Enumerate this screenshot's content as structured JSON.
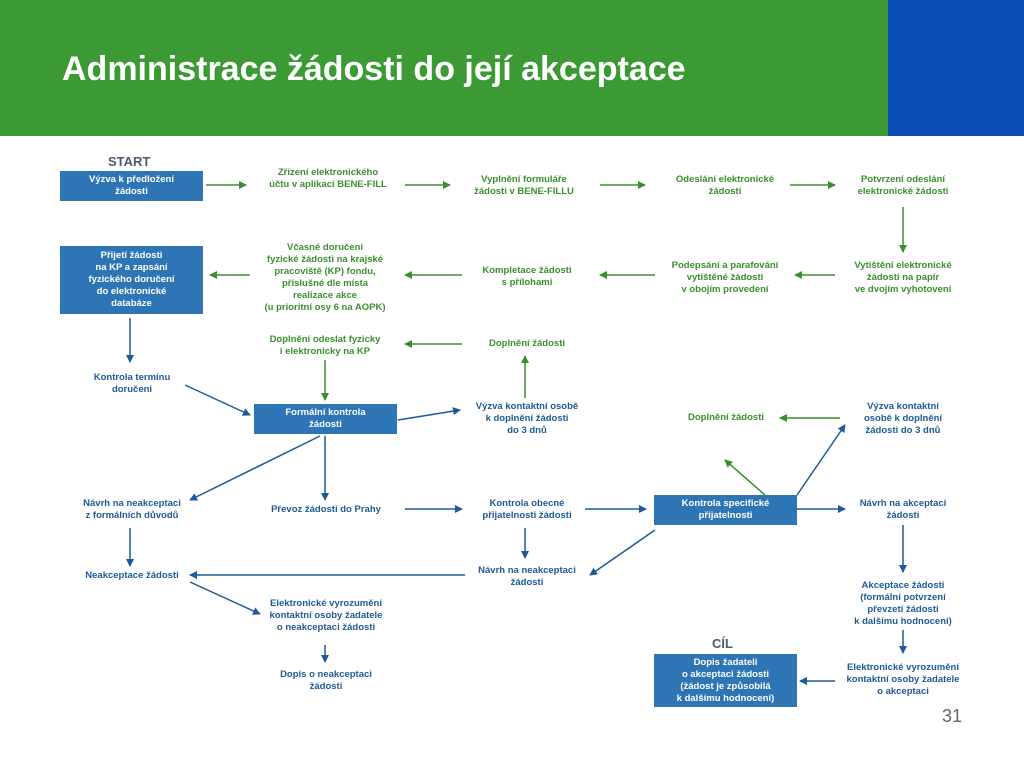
{
  "slide": {
    "title": "Administrace žádosti do její akceptace",
    "page_number": "31"
  },
  "diagram": {
    "start_label": "START",
    "goal_label": "CÍL",
    "nodes": {
      "vyzva": "Výzva k předložení\nžádosti",
      "zrizeni": "Zřízení elektronického\núčtu v aplikaci BENE-FILL",
      "vyplneni": "Vyplnění formuláře\nžádosti v BENE-FILLU",
      "odeslani": "Odeslání elektronické\nžádosti",
      "potvrzeni": "Potvrzení odeslání\nelektronické žádosti",
      "vytisteni": "Vytištění elektronické\nžádosti na papír\nve dvojím vyhotovení",
      "podepsani": "Podepsání a parafování\nvytištěné žádosti\nv obojím provedení",
      "kompletace": "Kompletace žádosti\ns přílohami",
      "vcasne": "Včasné doručení\nfyzické žádosti na krajské\npracoviště (KP) fondu,\npříslušné dle místa\nrealizace akce\n(u prioritní osy 6 na AOPK)",
      "prijeti": "Přijetí žádosti\nna KP a zapsání\nfyzického doručení\ndo elektronické\ndatabáze",
      "kontrola_terminu": "Kontrola termínu\ndoručení",
      "doplneni_odeslat": "Doplnění odeslat fyzicky\ni elektronicky na KP",
      "doplneni_1": "Doplnění žádosti",
      "formalni": "Formální kontrola\nžádosti",
      "vyzva_kontakt_1": "Výzva kontaktní osobě\nk doplnění žádosti\ndo 3 dnů",
      "navrh_neakc_formal": "Návrh na neakceptaci\nz formálních důvodů",
      "prevoz": "Převoz žádosti do Prahy",
      "kontrola_obecne": "Kontrola obecné\npřijatelnosti žádosti",
      "specificke": "Kontrola specifické\npřijatelnosti",
      "doplneni_2": "Doplnění žádosti",
      "vyzva_kontakt_2": "Výzva kontaktní\nosobě k doplnění\nžádosti do 3 dnů",
      "navrh_akceptaci": "Návrh na akceptaci\nžádosti",
      "neakceptace": "Neakceptace žádosti",
      "navrh_neakc_2": "Návrh na neakceptaci\nžádosti",
      "vyrozumeni_neakc": "Elektronické vyrozumění\nkontaktní osoby žadatele\no neakceptaci žádosti",
      "dopis_neakc": "Dopis o neakceptaci\nžádosti",
      "akceptace": "Akceptace žádosti\n(formální potvrzení\npřevzetí žádosti\nk dalšímu hodnocení)",
      "vyrozumeni_akc": "Elektronické vyrozumění\nkontaktní osoby žadatele\no akceptaci",
      "dopis_akc": "Dopis žadateli\no akceptaci žádosti\n(žádost je způsobilá\nk dalšímu hodnocení)"
    }
  }
}
